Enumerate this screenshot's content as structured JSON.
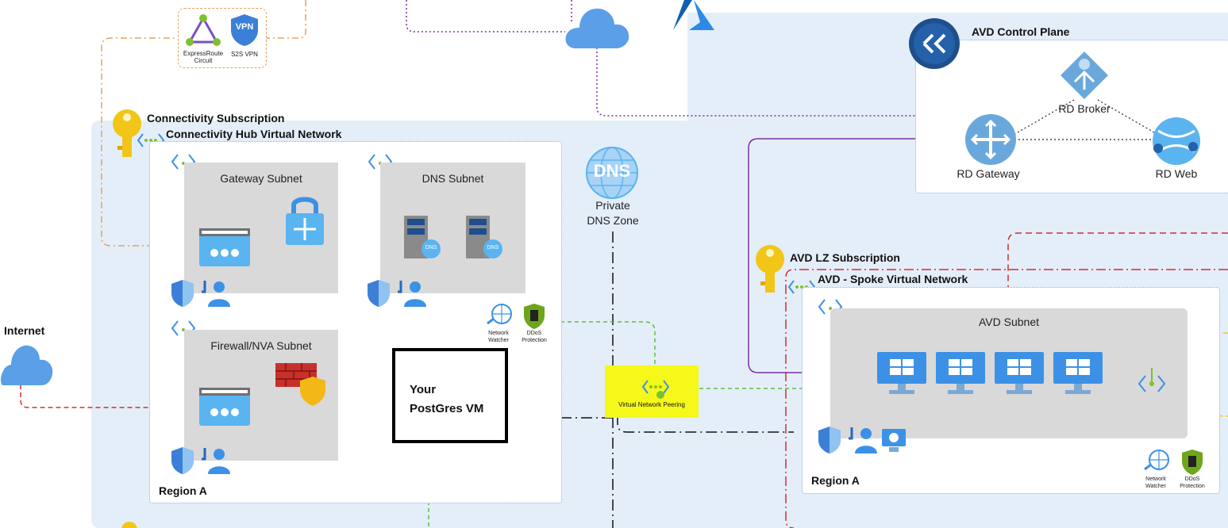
{
  "connectivity": {
    "subscription": "Connectivity Subscription",
    "hub_vnet": "Connectivity Hub Virtual Network",
    "region": "Region A",
    "expressroute_label": "ExpressRoute Circuit",
    "s2s_label": "S2S VPN",
    "vpn_badge": "VPN"
  },
  "subnets": {
    "gateway": "Gateway Subnet",
    "dns": "DNS Subnet",
    "firewall": "Firewall/NVA Subnet",
    "dns_server_badge": "DNS"
  },
  "postgres": {
    "line1": "Your",
    "line2": "PostGres VM"
  },
  "internet": "Internet",
  "private_dns": {
    "badge": "DNS",
    "line1": "Private",
    "line2": "DNS Zone"
  },
  "peering": "Virtual Network Peering",
  "hub_services": {
    "network_watcher": "Network Watcher",
    "ddos": "DDoS Protection"
  },
  "avd_control": {
    "title": "AVD Control Plane",
    "broker": "RD Broker",
    "gateway": "RD Gateway",
    "web": "RD Web"
  },
  "avd_lz": {
    "subscription": "AVD LZ Subscription",
    "spoke_vnet": "AVD - Spoke Virtual Network",
    "subnet": "AVD Subnet",
    "region": "Region A",
    "network_watcher": "Network Watcher",
    "ddos": "DDoS Protection"
  },
  "colors": {
    "region_bg": "#e4eef9",
    "subnet_bg": "#d9d9d9",
    "azure_blue": "#3c91e6",
    "key_yellow": "#f2c618",
    "highlight": "#f6f81a",
    "red_dash": "#d02f2f",
    "orange_dash": "#e8a05c",
    "purple": "#7a2ea0",
    "green_dash": "#5bbf3c"
  }
}
